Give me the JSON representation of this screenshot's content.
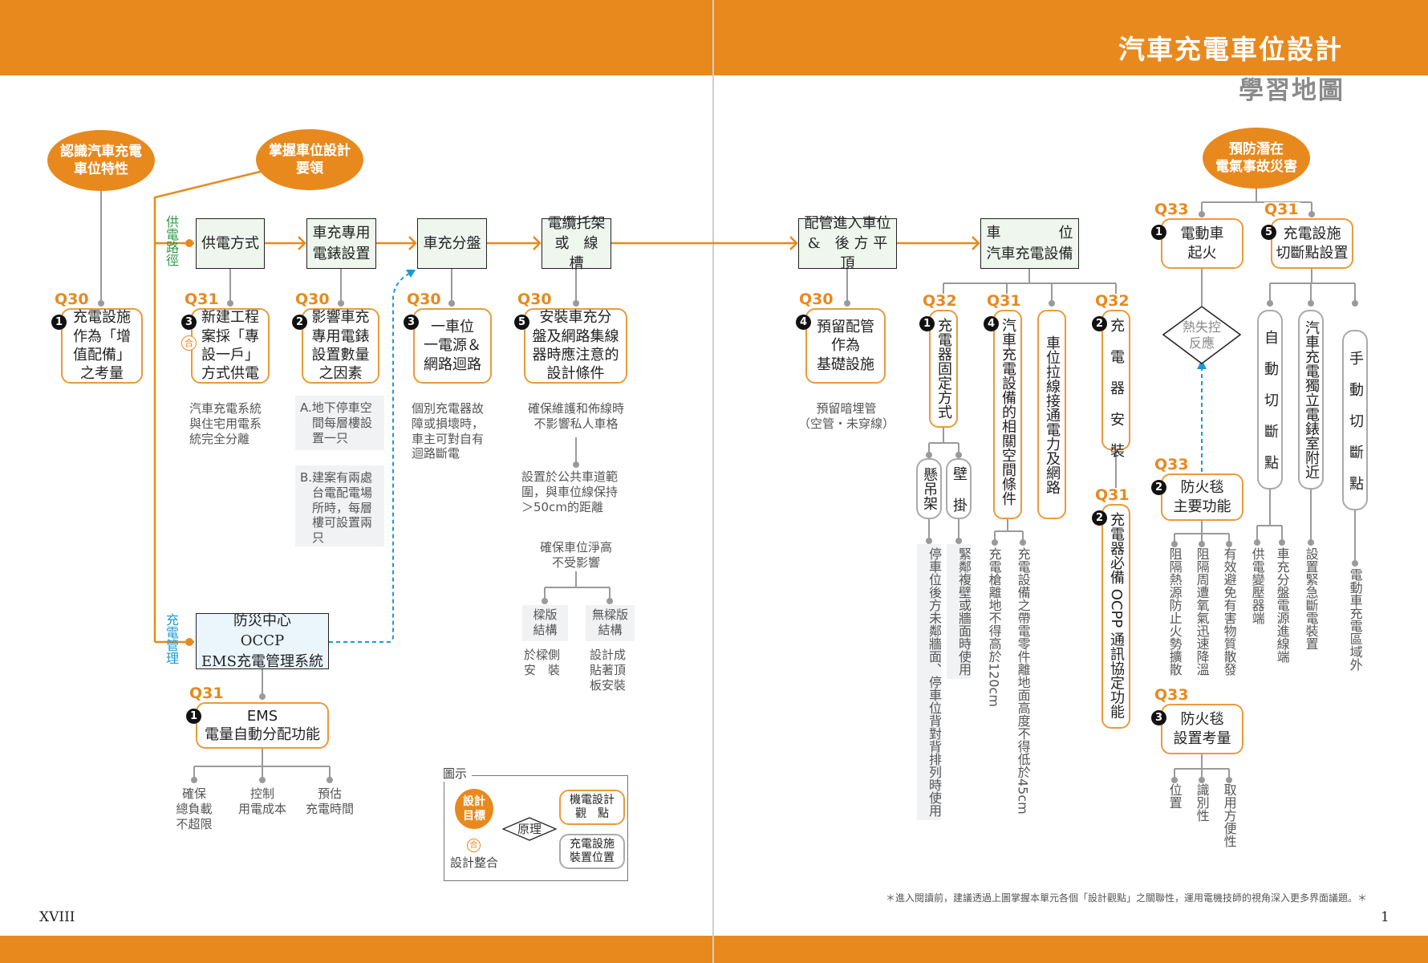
{
  "header": {
    "title": "汽車充電車位設計",
    "subtitle": "學習地圖"
  },
  "goals": {
    "g1": "認識汽車充電\n車位特性",
    "g2": "掌握車位設計\n要領",
    "g3": "預防潛在\n電氣事故災害"
  },
  "paths": {
    "power": "供電路徑",
    "mgmt": "充電管理"
  },
  "flow": [
    "供電方式",
    "車充專用\n電錶設置",
    "車充分盤",
    "電纜托架\n或　線　槽",
    "配管進入車位\n&　後 方 平 頂",
    "車　　　　位\n汽車充電設備"
  ],
  "ems_center": "防災中心\nOCCP\nEMS充電管理系統",
  "q": {
    "a": {
      "q": "Q30",
      "n": "1",
      "t": "充電設施\n作為「增\n值配備」\n之考量"
    },
    "b": {
      "q": "Q31",
      "n": "3",
      "t": "新建工程\n案採「專\n設一戶」\n方式供電",
      "icon": "合"
    },
    "c": {
      "q": "Q30",
      "n": "2",
      "t": "影響車充\n專用電錶\n設置數量\n之因素"
    },
    "d": {
      "q": "Q30",
      "n": "3",
      "t": "一車位\n一電源＆\n網路迴路"
    },
    "e": {
      "q": "Q30",
      "n": "5",
      "t": "安裝車充分\n盤及網路集線\n器時應注意的\n設計條件"
    },
    "f": {
      "q": "Q30",
      "n": "4",
      "t": "預留配管\n作為\n基礎設施"
    },
    "g": {
      "q": "Q31",
      "n": "1",
      "t": "EMS\n電量自動分配功能"
    },
    "h": {
      "q": "Q32",
      "n": "1",
      "t": "充電器固定方式"
    },
    "i": {
      "q": "Q31",
      "n": "4",
      "t": "汽車充電設備的相關空間條件"
    },
    "j": {
      "q": "Q32",
      "n": "2",
      "t": "充 電 器 安 裝"
    },
    "k": {
      "q": "Q31",
      "n": "2",
      "t": "充電器必備 OCPP 通訊協定功能"
    },
    "l": {
      "q": "Q33",
      "n": "1",
      "t": "電動車\n起火"
    },
    "m": {
      "q": "Q31",
      "n": "5",
      "t": "充電設施\n切斷點設置"
    },
    "n": {
      "q": "Q33",
      "n": "2",
      "t": "防火毯\n主要功能"
    },
    "o": {
      "q": "Q33",
      "n": "3",
      "t": "防火毯\n設置考量"
    }
  },
  "pills": {
    "wire": "車位拉線接通電力及網路",
    "hang": "懸吊架",
    "wall": "壁 掛",
    "auto": "自 動 切 斷 點",
    "meter_room": "汽車充電獨立電錶室附近",
    "manual": "手 動 切 斷 點"
  },
  "diamond": "熱失控\n反應",
  "notes": {
    "separate": "汽車充電系統\n與住宅用電系\n統完全分離",
    "a": "A.地下停車空\n　間每層樓設\n　置一只",
    "b": "B.建案有兩處\n　台電配電場\n　所時，每層\n　樓可設置兩\n　只",
    "fault": "個別充電器故\n障或損壞時，\n車主可對自有\n迴路斷電",
    "maint": "確保維護和佈線時\n不影響私人車格",
    "public": "設置於公共車道範\n圍，與車位線保持\n＞50cm的距離",
    "clear": "確保車位淨高\n不受影響",
    "beam": "樑版\n結構",
    "nobeam": "無樑版\n結構",
    "beam_side": "於樑側\n安　裝",
    "nobeam_side": "設計成\n貼著頂\n板安裝",
    "conduit": "預留暗埋管\n（空管・未穿線）",
    "ems1": "確保\n總負載\n不超限",
    "ems2": "控制\n用電成本",
    "ems3": "預估\n充電時間",
    "hang": "停車位後方未鄰牆面、停車位背對背排列時使用",
    "wall": "緊鄰複壁或牆面時使用",
    "gun": "充電槍離地不得高於120cm",
    "live": "充電設備之帶電零件離地面高度不得低於45cm",
    "f1": "阻隔熱源防止火勢擴散",
    "f2": "阻隔周遭氧氣迅速降溫",
    "f3": "有效避免有害物質散發",
    "s1": "位置",
    "s2": "識別性",
    "s3": "取用方便性",
    "c1": "供電變壓器端",
    "c2": "車充分盤電源進線端",
    "c3": "設置緊急斷電裝置",
    "c4": "電動車充電區域外"
  },
  "legend": {
    "title": "圖示",
    "goal": "設計\n目標",
    "principle": "原理",
    "view": "機電設計\n觀　點",
    "place": "充電設施\n裝置位置",
    "integ_icon": "合",
    "integ": "設計整合"
  },
  "footer": {
    "note": "＊進入閱讀前，建議透過上圖掌握本單元各個「設計觀點」之關聯性，運用電機技師的視角深入更多界面議題。＊",
    "page_left": "XVIII",
    "page_right": "1"
  },
  "colors": {
    "orange": "#e8891e",
    "blue": "#1a9ad6",
    "green": "#2a9a48"
  }
}
